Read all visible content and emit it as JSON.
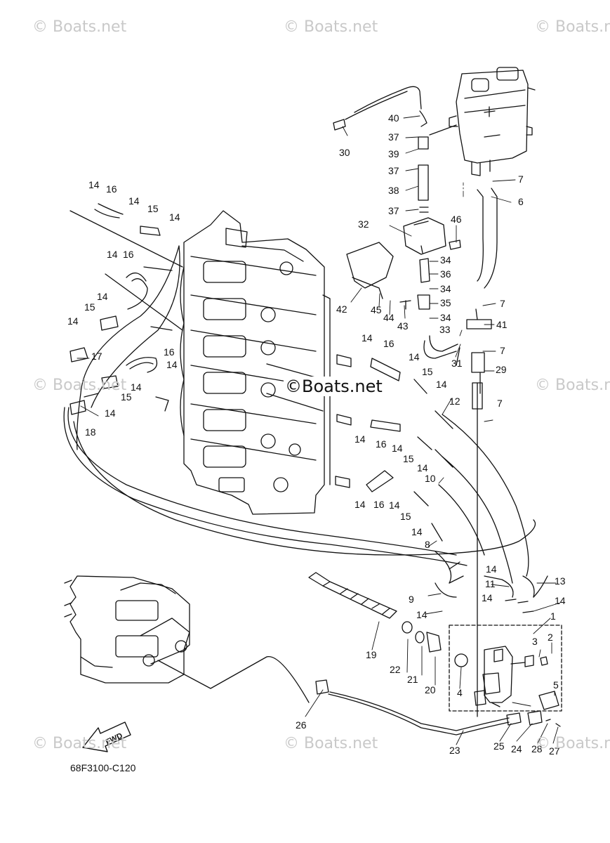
{
  "watermarks": {
    "w1": "© Boats.net",
    "w2": "© Boats.net",
    "w3": "© Boats.net",
    "w4": "© Boats.net",
    "w5": "© Boats.net",
    "w6": "© Boats.net",
    "w7": "© Boats.net",
    "w8": "© Boats.net",
    "center": "©Boats.net"
  },
  "diagram_code": "68F3100-C120",
  "fwd_label": "FWD",
  "part_labels": [
    "1",
    "2",
    "3",
    "4",
    "5",
    "6",
    "7",
    "8",
    "9",
    "10",
    "11",
    "12",
    "13",
    "14",
    "15",
    "16",
    "17",
    "18",
    "19",
    "20",
    "21",
    "22",
    "23",
    "24",
    "25",
    "26",
    "27",
    "28",
    "29",
    "30",
    "31",
    "32",
    "33",
    "34",
    "35",
    "36",
    "37",
    "38",
    "39",
    "40",
    "41",
    "42",
    "43",
    "44",
    "45",
    "46"
  ]
}
